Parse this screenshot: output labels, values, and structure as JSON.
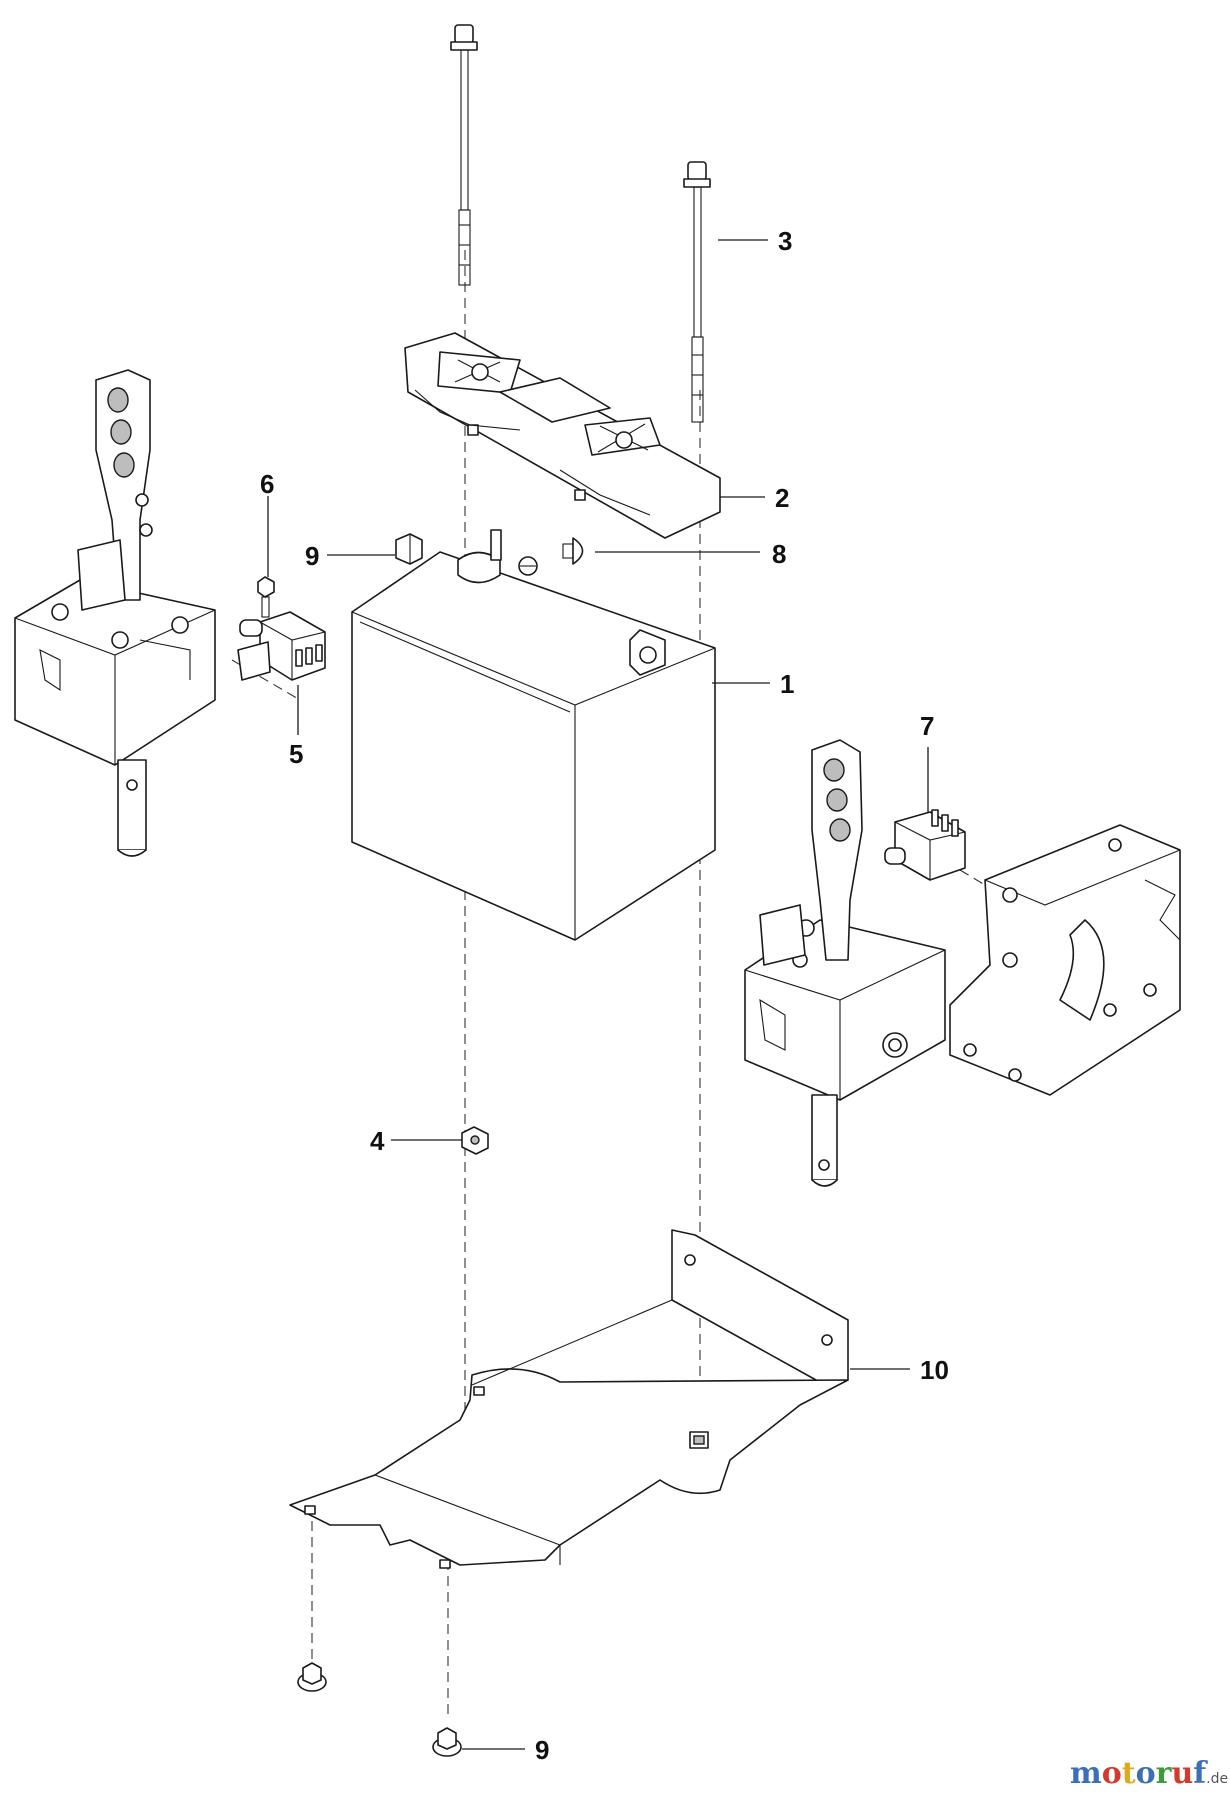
{
  "callouts": {
    "n1": "1",
    "n2": "2",
    "n3": "3",
    "n4": "4",
    "n5": "5",
    "n6": "6",
    "n7": "7",
    "n8": "8",
    "n9_top": "9",
    "n9_bottom": "9",
    "n10": "10"
  },
  "watermark": {
    "m": "m",
    "o1": "o",
    "t": "t",
    "o2": "o",
    "r": "r",
    "u": "u",
    "f": "f",
    "suffix": ".de",
    "colors": {
      "m": "#3b6fb6",
      "o1": "#d23a2a",
      "t": "#e0a91b",
      "o2": "#3b6fb6",
      "r": "#3f9a3a",
      "u": "#d23a2a",
      "f": "#3b6fb6"
    }
  },
  "colors": {
    "line": "#1a1a1a",
    "background": "#ffffff"
  }
}
